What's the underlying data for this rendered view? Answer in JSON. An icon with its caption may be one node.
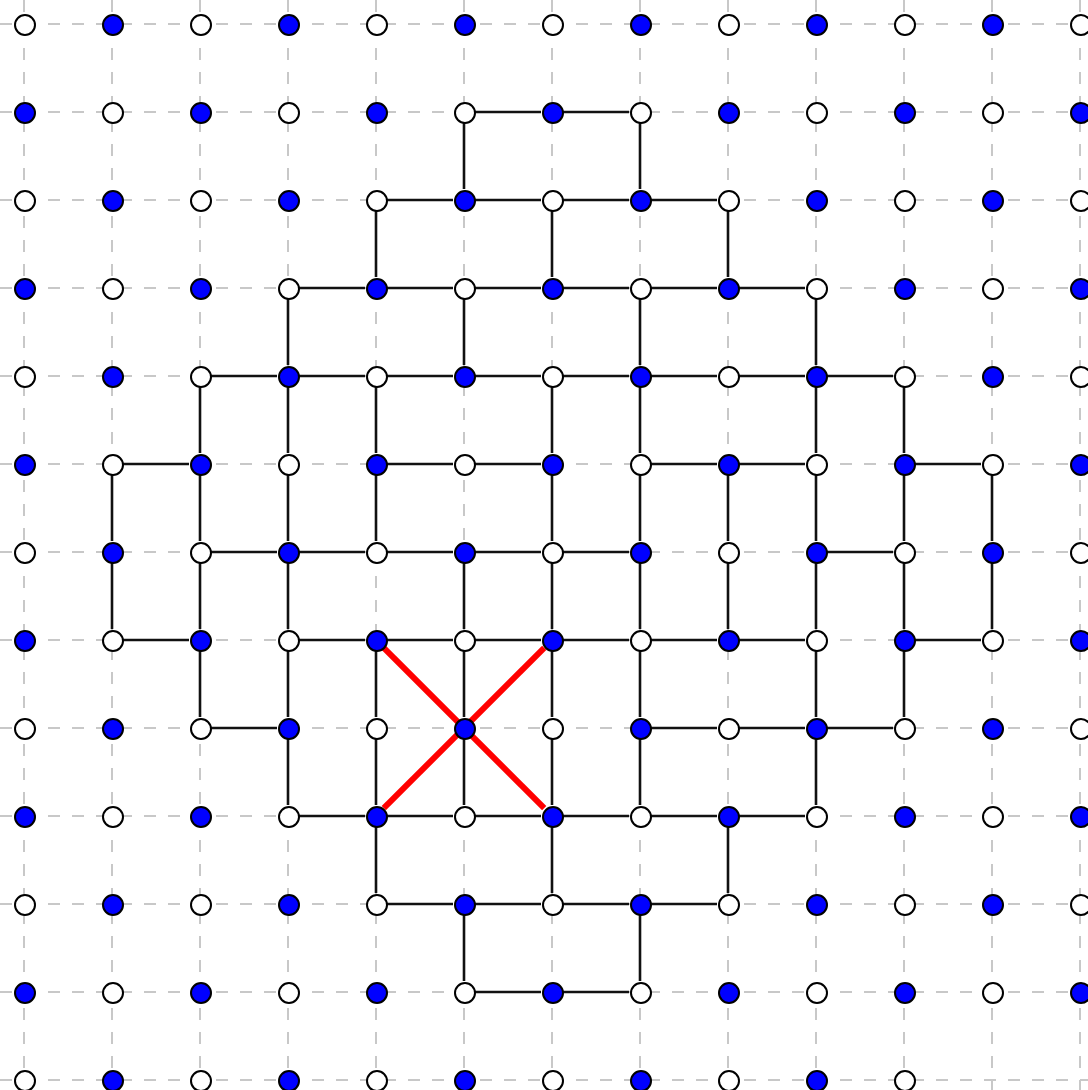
{
  "diagram": {
    "nodes": [
      {
        "text": [],
        "shape": "circle"
      },
      {
        "text": [],
        "shape": "circle"
      },
      {
        "text": [],
        "shape": "circle"
      },
      {
        "text": [],
        "shape": "circle"
      },
      {
        "text": [],
        "shape": "circle"
      },
      {
        "text": [],
        "shape": "circle"
      },
      {
        "text": [],
        "shape": "circle"
      },
      {
        "text": [],
        "shape": "circle"
      },
      {
        "text": [],
        "shape": "circle"
      },
      {
        "text": [],
        "shape": "circle"
      },
      {
        "text": [],
        "shape": "circle"
      },
      {
        "text": [],
        "shape": "circle"
      },
      {
        "text": [],
        "shape": "circle"
      },
      {
        "text": [],
        "shape": "circle"
      },
      {
        "text": [],
        "shape": "circle"
      },
      {
        "text": [],
        "shape": "circle"
      },
      {
        "text": [],
        "shape": "circle"
      },
      {
        "text": [],
        "shape": "circle"
      },
      {
        "text": [],
        "shape": "circle"
      },
      {
        "text": [],
        "shape": "circle"
      },
      {
        "text": [],
        "shape": "circle"
      },
      {
        "text": [],
        "shape": "circle"
      },
      {
        "text": [],
        "shape": "circle"
      },
      {
        "text": [],
        "shape": "circle"
      },
      {
        "text": [],
        "shape": "circle"
      },
      {
        "text": [],
        "shape": "circle"
      },
      {
        "text": [],
        "shape": "circle"
      },
      {
        "text": [],
        "shape": "circle"
      },
      {
        "text": [],
        "shape": "circle"
      },
      {
        "text": [],
        "shape": "circle"
      },
      {
        "text": [],
        "shape": "circle"
      },
      {
        "text": [],
        "shape": "circle"
      },
      {
        "text": [],
        "shape": "circle"
      },
      {
        "text": [],
        "shape": "circle"
      },
      {
        "text": [],
        "shape": "circle"
      },
      {
        "text": [],
        "shape": "circle"
      },
      {
        "text": [],
        "shape": "circle"
      },
      {
        "text": [],
        "shape": "circle"
      },
      {
        "text": [],
        "shape": "circle"
      },
      {
        "text": [],
        "shape": "circle"
      },
      {
        "text": [],
        "shape": "circle"
      },
      {
        "text": [],
        "shape": "circle"
      },
      {
        "text": [],
        "shape": "circle"
      },
      {
        "text": [],
        "shape": "circle"
      },
      {
        "text": [],
        "shape": "circle"
      },
      {
        "text": [],
        "shape": "circle"
      },
      {
        "text": [],
        "shape": "circle"
      },
      {
        "text": [],
        "shape": "circle"
      },
      {
        "text": [],
        "shape": "circle"
      },
      {
        "text": [],
        "shape": "circle"
      },
      {
        "text": [],
        "shape": "circle"
      },
      {
        "text": [],
        "shape": "circle"
      },
      {
        "text": [],
        "shape": "circle"
      },
      {
        "text": [],
        "shape": "circle"
      },
      {
        "text": [],
        "shape": "circle"
      },
      {
        "text": [],
        "shape": "circle"
      },
      {
        "text": [],
        "shape": "circle"
      },
      {
        "text": [],
        "shape": "circle"
      },
      {
        "text": [],
        "shape": "circle"
      },
      {
        "text": [],
        "shape": "circle"
      },
      {
        "text": [],
        "shape": "circle"
      },
      {
        "text": [],
        "shape": "circle"
      },
      {
        "text": [],
        "shape": "circle"
      },
      {
        "text": [],
        "shape": "circle"
      },
      {
        "text": [],
        "shape": "circle"
      },
      {
        "text": [],
        "shape": "circle"
      },
      {
        "text": [],
        "shape": "circle"
      },
      {
        "text": [],
        "shape": "circle"
      },
      {
        "text": [],
        "shape": "circle"
      },
      {
        "text": [],
        "shape": "circle"
      },
      {
        "text": [],
        "shape": "circle"
      },
      {
        "text": [],
        "shape": "circle"
      },
      {
        "text": [],
        "shape": "circle"
      },
      {
        "text": [],
        "shape": "circle"
      },
      {
        "text": [],
        "shape": "circle"
      },
      {
        "text": [],
        "shape": "circle"
      },
      {
        "text": [],
        "shape": "circle"
      },
      {
        "text": [],
        "shape": "circle"
      },
      {
        "text": [],
        "shape": "circle"
      },
      {
        "text": [],
        "shape": "circle"
      },
      {
        "text": [],
        "shape": "circle"
      },
      {
        "text": [],
        "shape": "circle"
      },
      {
        "text": [],
        "shape": "circle"
      },
      {
        "text": [],
        "shape": "circle"
      },
      {
        "text": [],
        "shape": "circle"
      },
      {
        "text": [],
        "shape": "circle"
      },
      {
        "text": [],
        "shape": "circle"
      },
      {
        "text": [],
        "shape": "circle"
      },
      {
        "text": [],
        "shape": "circle"
      },
      {
        "text": [],
        "shape": "circle"
      },
      {
        "text": [],
        "shape": "circle"
      },
      {
        "text": [],
        "shape": "circle"
      },
      {
        "text": [],
        "shape": "circle"
      },
      {
        "text": [],
        "shape": "circle"
      },
      {
        "text": [],
        "shape": "circle"
      },
      {
        "text": [],
        "shape": "circle"
      },
      {
        "text": [],
        "shape": "circle"
      },
      {
        "text": [],
        "shape": "circle"
      },
      {
        "text": [],
        "shape": "circle"
      },
      {
        "text": [],
        "shape": "circle"
      },
      {
        "text": [],
        "shape": "circle"
      },
      {
        "text": [],
        "shape": "circle"
      },
      {
        "text": [],
        "shape": "circle"
      },
      {
        "text": [],
        "shape": "circle"
      },
      {
        "text": [],
        "shape": "circle"
      },
      {
        "text": [],
        "shape": "circle"
      },
      {
        "text": [],
        "shape": "circle"
      },
      {
        "text": [],
        "shape": "circle"
      },
      {
        "text": [],
        "shape": "circle"
      },
      {
        "text": [],
        "shape": "circle"
      },
      {
        "text": [],
        "shape": "circle"
      },
      {
        "text": [],
        "shape": "circle"
      },
      {
        "text": [],
        "shape": "circle"
      },
      {
        "text": [],
        "shape": "circle"
      },
      {
        "text": [],
        "shape": "circle"
      },
      {
        "text": [],
        "shape": "circle"
      },
      {
        "text": [],
        "shape": "circle"
      },
      {
        "text": [],
        "shape": "circle"
      },
      {
        "text": [],
        "shape": "circle"
      },
      {
        "text": [],
        "shape": "circle"
      },
      {
        "text": [],
        "shape": "circle"
      },
      {
        "text": [],
        "shape": "circle"
      },
      {
        "text": [],
        "shape": "circle"
      },
      {
        "text": [],
        "shape": "circle"
      },
      {
        "text": [],
        "shape": "circle"
      },
      {
        "text": [],
        "shape": "circle"
      },
      {
        "text": [],
        "shape": "circle"
      },
      {
        "text": [],
        "shape": "circle"
      },
      {
        "text": [],
        "shape": "circle"
      },
      {
        "text": [],
        "shape": "circle"
      },
      {
        "text": [],
        "shape": "circle"
      },
      {
        "text": [],
        "shape": "circle"
      },
      {
        "text": [],
        "shape": "circle"
      },
      {
        "text": [],
        "shape": "circle"
      },
      {
        "text": [],
        "shape": "circle"
      },
      {
        "text": [],
        "shape": "circle"
      },
      {
        "text": [],
        "shape": "circle"
      },
      {
        "text": [],
        "shape": "circle"
      },
      {
        "text": [],
        "shape": "circle"
      },
      {
        "text": [],
        "shape": "circle"
      },
      {
        "text": [],
        "shape": "circle"
      },
      {
        "text": [],
        "shape": "circle"
      },
      {
        "text": [],
        "shape": "circle"
      },
      {
        "text": [],
        "shape": "circle"
      },
      {
        "text": [],
        "shape": "circle"
      },
      {
        "text": [],
        "shape": "circle"
      },
      {
        "text": [],
        "shape": "circle"
      },
      {
        "text": [],
        "shape": "circle"
      },
      {
        "text": [],
        "shape": "circle"
      },
      {
        "text": [],
        "shape": "circle"
      },
      {
        "text": [],
        "shape": "circle"
      },
      {
        "text": [],
        "shape": "circle"
      },
      {
        "text": [],
        "shape": "circle"
      },
      {
        "text": [],
        "shape": "circle"
      },
      {
        "text": [],
        "shape": "circle"
      },
      {
        "text": [],
        "shape": "circle"
      },
      {
        "text": [],
        "shape": "circle"
      },
      {
        "text": [],
        "shape": "circle"
      },
      {
        "text": [],
        "shape": "circle"
      },
      {
        "text": [],
        "shape": "circle"
      },
      {
        "text": [],
        "shape": "circle"
      },
      {
        "text": [],
        "shape": "circle"
      },
      {
        "text": [],
        "shape": "circle"
      },
      {
        "text": [],
        "shape": "circle"
      },
      {
        "text": [],
        "shape": "circle"
      },
      {
        "text": [],
        "shape": "circle"
      },
      {
        "text": [],
        "shape": "circle"
      }
    ],
    "edges": [
      {
        "from": 18,
        "to": 19,
        "arrow": "none"
      },
      {
        "from": 19,
        "to": 20,
        "arrow": "none"
      },
      {
        "from": 30,
        "to": 31,
        "arrow": "none"
      },
      {
        "from": 31,
        "to": 32,
        "arrow": "none"
      },
      {
        "from": 32,
        "to": 33,
        "arrow": "none"
      },
      {
        "from": 33,
        "to": 34,
        "arrow": "none"
      },
      {
        "from": 42,
        "to": 43,
        "arrow": "none"
      },
      {
        "from": 43,
        "to": 44,
        "arrow": "none"
      },
      {
        "from": 44,
        "to": 45,
        "arrow": "none"
      },
      {
        "from": 45,
        "to": 46,
        "arrow": "none"
      },
      {
        "from": 46,
        "to": 47,
        "arrow": "none"
      },
      {
        "from": 47,
        "to": 48,
        "arrow": "none"
      },
      {
        "from": 54,
        "to": 55,
        "arrow": "none"
      },
      {
        "from": 55,
        "to": 56,
        "arrow": "none"
      },
      {
        "from": 56,
        "to": 57,
        "arrow": "none"
      },
      {
        "from": 57,
        "to": 58,
        "arrow": "none"
      },
      {
        "from": 58,
        "to": 59,
        "arrow": "none"
      },
      {
        "from": 59,
        "to": 60,
        "arrow": "none"
      },
      {
        "from": 60,
        "to": 61,
        "arrow": "none"
      },
      {
        "from": 61,
        "to": 62,
        "arrow": "none"
      },
      {
        "from": 66,
        "to": 67,
        "arrow": "none"
      },
      {
        "from": 69,
        "to": 70,
        "arrow": "none"
      },
      {
        "from": 70,
        "to": 71,
        "arrow": "none"
      },
      {
        "from": 72,
        "to": 73,
        "arrow": "none"
      },
      {
        "from": 73,
        "to": 74,
        "arrow": "none"
      },
      {
        "from": 75,
        "to": 76,
        "arrow": "none"
      },
      {
        "from": 80,
        "to": 81,
        "arrow": "none"
      },
      {
        "from": 81,
        "to": 82,
        "arrow": "none"
      },
      {
        "from": 82,
        "to": 83,
        "arrow": "none"
      },
      {
        "from": 83,
        "to": 84,
        "arrow": "none"
      },
      {
        "from": 84,
        "to": 85,
        "arrow": "none"
      },
      {
        "from": 87,
        "to": 88,
        "arrow": "none"
      },
      {
        "from": 92,
        "to": 93,
        "arrow": "none"
      },
      {
        "from": 94,
        "to": 95,
        "arrow": "none"
      },
      {
        "from": 95,
        "to": 96,
        "arrow": "none"
      },
      {
        "from": 96,
        "to": 97,
        "arrow": "none"
      },
      {
        "from": 97,
        "to": 98,
        "arrow": "none"
      },
      {
        "from": 98,
        "to": 99,
        "arrow": "none"
      },
      {
        "from": 99,
        "to": 100,
        "arrow": "none"
      },
      {
        "from": 101,
        "to": 102,
        "arrow": "none"
      },
      {
        "from": 106,
        "to": 107,
        "arrow": "none"
      },
      {
        "from": 111,
        "to": 112,
        "arrow": "none"
      },
      {
        "from": 112,
        "to": 113,
        "arrow": "none"
      },
      {
        "from": 113,
        "to": 114,
        "arrow": "none"
      },
      {
        "from": 120,
        "to": 121,
        "arrow": "none"
      },
      {
        "from": 121,
        "to": 122,
        "arrow": "none"
      },
      {
        "from": 122,
        "to": 123,
        "arrow": "none"
      },
      {
        "from": 123,
        "to": 124,
        "arrow": "none"
      },
      {
        "from": 124,
        "to": 125,
        "arrow": "none"
      },
      {
        "from": 125,
        "to": 126,
        "arrow": "none"
      },
      {
        "from": 134,
        "to": 135,
        "arrow": "none"
      },
      {
        "from": 135,
        "to": 136,
        "arrow": "none"
      },
      {
        "from": 136,
        "to": 137,
        "arrow": "none"
      },
      {
        "from": 137,
        "to": 138,
        "arrow": "none"
      },
      {
        "from": 148,
        "to": 149,
        "arrow": "none"
      },
      {
        "from": 149,
        "to": 150,
        "arrow": "none"
      },
      {
        "from": 66,
        "to": 79,
        "arrow": "none"
      },
      {
        "from": 79,
        "to": 92,
        "arrow": "none"
      },
      {
        "from": 54,
        "to": 67,
        "arrow": "none"
      },
      {
        "from": 67,
        "to": 80,
        "arrow": "none"
      },
      {
        "from": 80,
        "to": 93,
        "arrow": "none"
      },
      {
        "from": 93,
        "to": 106,
        "arrow": "none"
      },
      {
        "from": 42,
        "to": 55,
        "arrow": "none"
      },
      {
        "from": 55,
        "to": 68,
        "arrow": "none"
      },
      {
        "from": 68,
        "to": 81,
        "arrow": "none"
      },
      {
        "from": 81,
        "to": 94,
        "arrow": "none"
      },
      {
        "from": 94,
        "to": 107,
        "arrow": "none"
      },
      {
        "from": 107,
        "to": 120,
        "arrow": "none"
      },
      {
        "from": 30,
        "to": 43,
        "arrow": "none"
      },
      {
        "from": 56,
        "to": 69,
        "arrow": "none"
      },
      {
        "from": 69,
        "to": 82,
        "arrow": "none"
      },
      {
        "from": 95,
        "to": 108,
        "arrow": "none"
      },
      {
        "from": 108,
        "to": 121,
        "arrow": "none"
      },
      {
        "from": 121,
        "to": 134,
        "arrow": "none"
      },
      {
        "from": 18,
        "to": 31,
        "arrow": "none"
      },
      {
        "from": 44,
        "to": 57,
        "arrow": "none"
      },
      {
        "from": 83,
        "to": 96,
        "arrow": "none"
      },
      {
        "from": 96,
        "to": 109,
        "arrow": "none"
      },
      {
        "from": 109,
        "to": 122,
        "arrow": "none"
      },
      {
        "from": 135,
        "to": 148,
        "arrow": "none"
      },
      {
        "from": 32,
        "to": 45,
        "arrow": "none"
      },
      {
        "from": 58,
        "to": 71,
        "arrow": "none"
      },
      {
        "from": 71,
        "to": 84,
        "arrow": "none"
      },
      {
        "from": 84,
        "to": 97,
        "arrow": "none"
      },
      {
        "from": 97,
        "to": 110,
        "arrow": "none"
      },
      {
        "from": 110,
        "to": 123,
        "arrow": "none"
      },
      {
        "from": 123,
        "to": 136,
        "arrow": "none"
      },
      {
        "from": 20,
        "to": 33,
        "arrow": "none"
      },
      {
        "from": 46,
        "to": 59,
        "arrow": "none"
      },
      {
        "from": 59,
        "to": 72,
        "arrow": "none"
      },
      {
        "from": 72,
        "to": 85,
        "arrow": "none"
      },
      {
        "from": 85,
        "to": 98,
        "arrow": "none"
      },
      {
        "from": 98,
        "to": 111,
        "arrow": "none"
      },
      {
        "from": 111,
        "to": 124,
        "arrow": "none"
      },
      {
        "from": 137,
        "to": 150,
        "arrow": "none"
      },
      {
        "from": 34,
        "to": 47,
        "arrow": "none"
      },
      {
        "from": 73,
        "to": 86,
        "arrow": "none"
      },
      {
        "from": 86,
        "to": 99,
        "arrow": "none"
      },
      {
        "from": 125,
        "to": 138,
        "arrow": "none"
      },
      {
        "from": 48,
        "to": 61,
        "arrow": "none"
      },
      {
        "from": 61,
        "to": 74,
        "arrow": "none"
      },
      {
        "from": 74,
        "to": 87,
        "arrow": "none"
      },
      {
        "from": 87,
        "to": 100,
        "arrow": "none"
      },
      {
        "from": 100,
        "to": 113,
        "arrow": "none"
      },
      {
        "from": 113,
        "to": 126,
        "arrow": "none"
      },
      {
        "from": 62,
        "to": 75,
        "arrow": "none"
      },
      {
        "from": 75,
        "to": 88,
        "arrow": "none"
      },
      {
        "from": 88,
        "to": 101,
        "arrow": "none"
      },
      {
        "from": 101,
        "to": 114,
        "arrow": "none"
      },
      {
        "from": 76,
        "to": 89,
        "arrow": "none"
      },
      {
        "from": 89,
        "to": 102,
        "arrow": "none"
      },
      {
        "from": 95,
        "to": 123,
        "arrow": "none",
        "style": "thick",
        "color": "#ff0000"
      },
      {
        "from": 97,
        "to": 121,
        "arrow": "none",
        "style": "thick",
        "color": "#ff0000"
      }
    ]
  }
}
